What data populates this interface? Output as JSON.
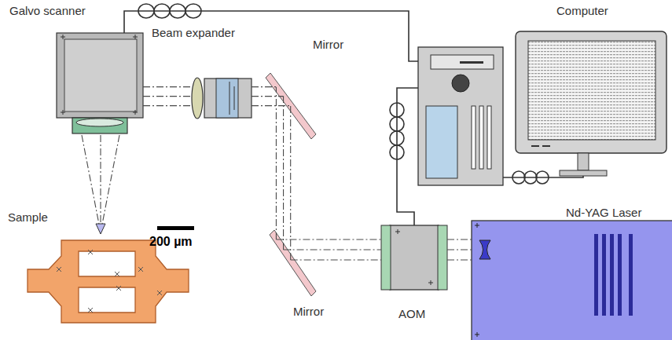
{
  "diagram": {
    "nodes": [
      {
        "text": [
          "Galvo scanner"
        ]
      },
      {
        "text": [
          "Beam expander"
        ]
      },
      {
        "text": [
          "Mirror"
        ]
      },
      {
        "text": [
          "Computer"
        ]
      },
      {
        "text": [
          "Sample"
        ]
      },
      {
        "text": [
          "Mirror"
        ]
      },
      {
        "text": [
          "AOM"
        ]
      },
      {
        "text": [
          "Nd-YAG Laser"
        ]
      }
    ],
    "edges": [
      {
        "from": 7,
        "to": 6,
        "arrow": "none"
      },
      {
        "from": 6,
        "to": 5,
        "arrow": "none"
      },
      {
        "from": 5,
        "to": 2,
        "arrow": "none"
      },
      {
        "from": 2,
        "to": 1,
        "arrow": "none"
      },
      {
        "from": 1,
        "to": 0,
        "arrow": "none"
      },
      {
        "from": 0,
        "to": 4,
        "arrow": "to"
      }
    ],
    "labels": [
      "200 µm"
    ]
  }
}
